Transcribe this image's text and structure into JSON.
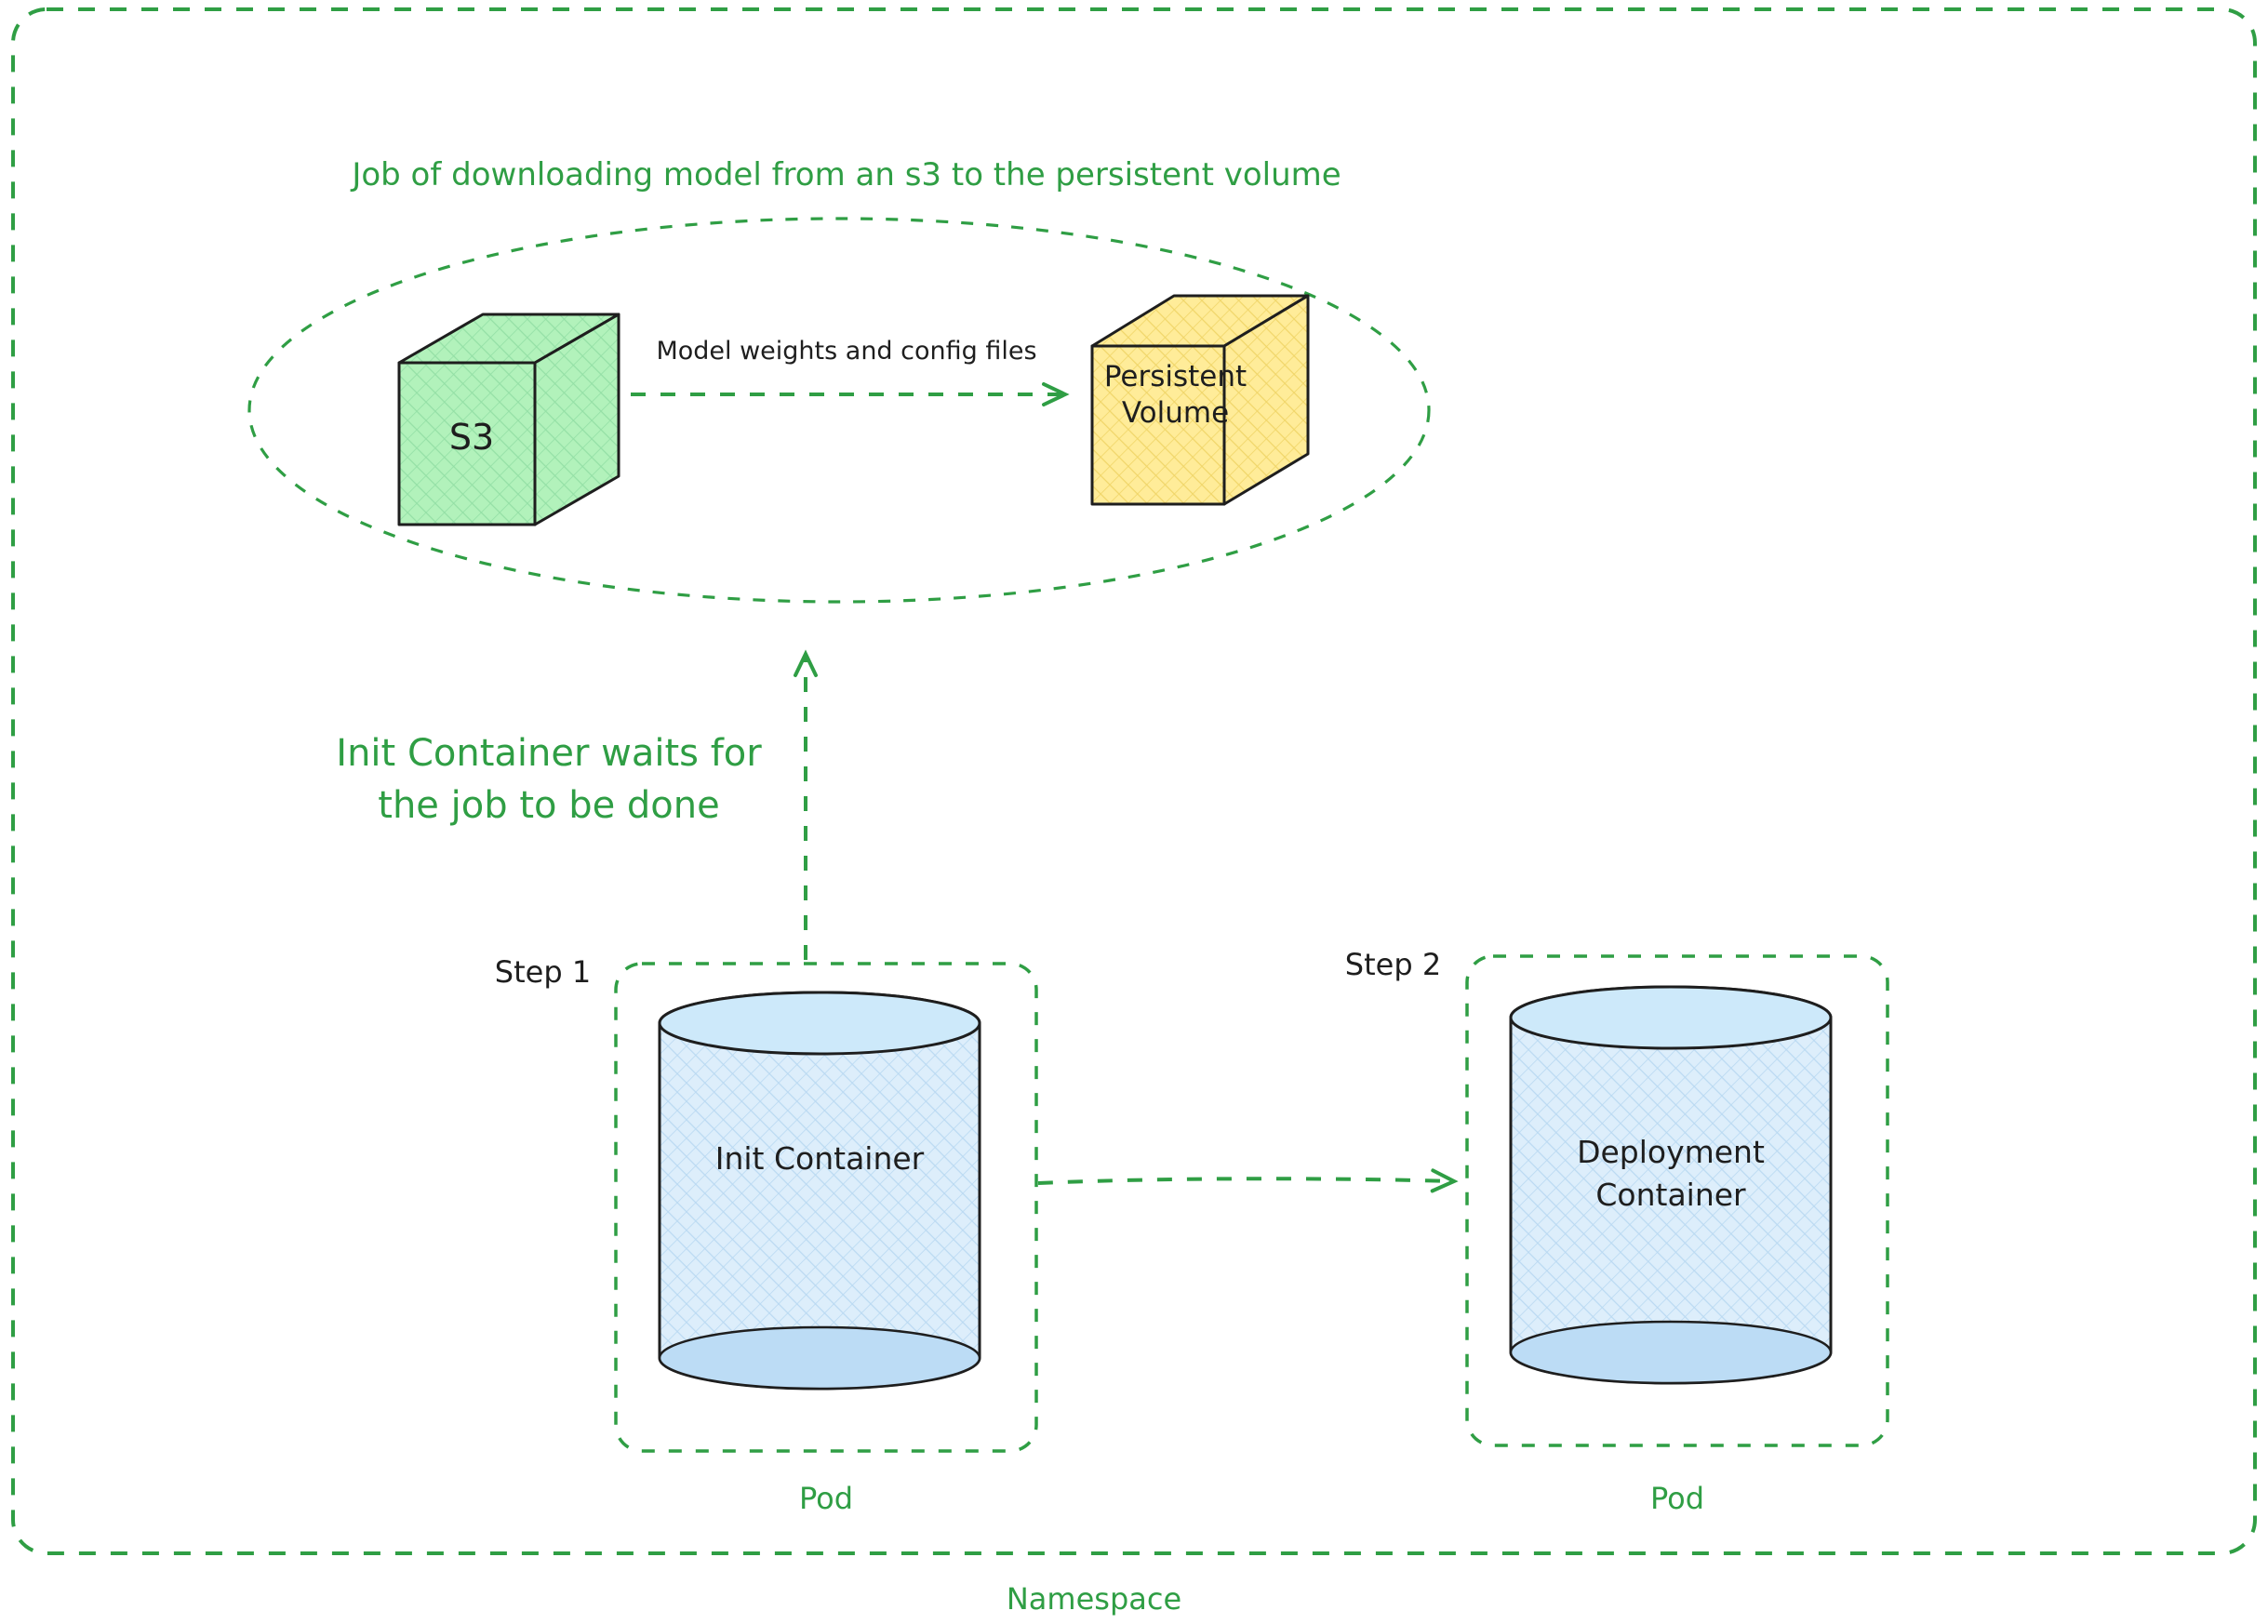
{
  "colors": {
    "green": "#2f9e44",
    "ink": "#1e1e1e",
    "s3_fill": "#b2f2bb",
    "persistent_volume_fill": "#ffec99",
    "cylinder_fill": "#dceefb"
  },
  "namespace": {
    "label": "Namespace"
  },
  "job_group": {
    "title": "Job of downloading model from an s3 to the persistent volume",
    "s3": {
      "label": "S3"
    },
    "persistent_volume": {
      "label_line1": "Persistent",
      "label_line2": "Volume"
    },
    "transfer_arrow_label": "Model weights and config files"
  },
  "wait_note": {
    "line1": "Init Container waits for",
    "line2": "the job to be done"
  },
  "step1": {
    "label": "Step 1",
    "container_label": "Init Container",
    "pod_label": "Pod"
  },
  "step2": {
    "label": "Step 2",
    "container_line1": "Deployment",
    "container_line2": "Container",
    "pod_label": "Pod"
  }
}
